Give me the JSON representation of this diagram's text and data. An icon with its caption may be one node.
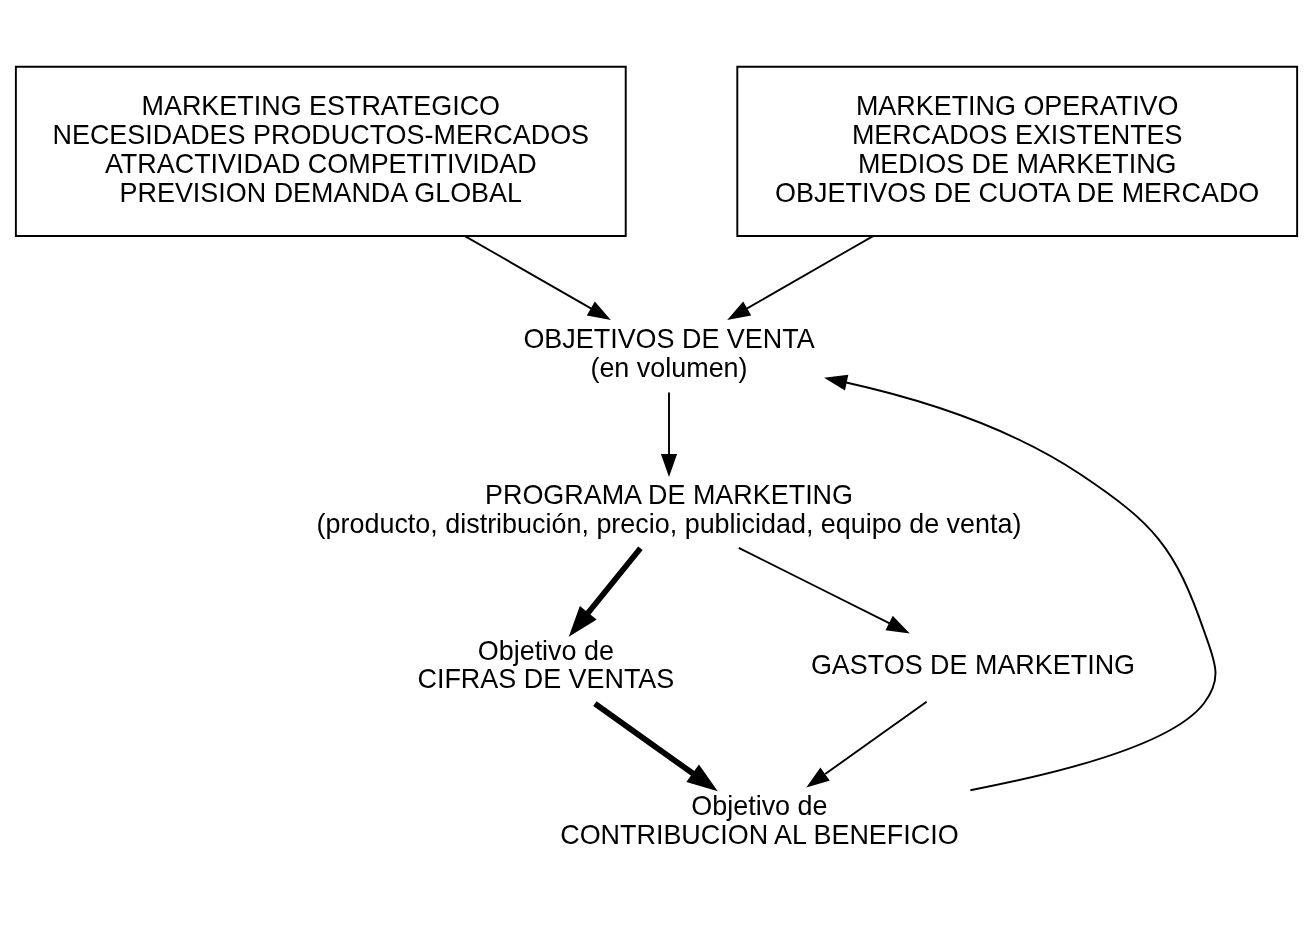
{
  "diagram": {
    "nodes": [
      {
        "text": [
          "MARKETING ESTRATEGICO",
          "NECESIDADES PRODUCTOS-MERCADOS",
          "ATRACTIVIDAD COMPETITIVIDAD",
          "PREVISION DEMANDA GLOBAL"
        ]
      },
      {
        "text": [
          "MARKETING OPERATIVO",
          "MERCADOS EXISTENTES",
          "MEDIOS DE MARKETING",
          "OBJETIVOS DE CUOTA DE MERCADO"
        ]
      },
      {
        "text": [
          "OBJETIVOS DE VENTA",
          "(en volumen)"
        ]
      },
      {
        "text": [
          "PROGRAMA DE MARKETING",
          "(producto, distribución, precio, publicidad, equipo de venta)"
        ]
      },
      {
        "text": [
          "Objetivo de",
          "CIFRAS DE VENTAS"
        ]
      },
      {
        "text": [
          "GASTOS DE MARKETING"
        ]
      },
      {
        "text": [
          "Objetivo de",
          "CONTRIBUCION AL BENEFICIO"
        ]
      }
    ],
    "edges": [
      {
        "from": 0,
        "to": 2,
        "arrow": "to"
      },
      {
        "from": 1,
        "to": 2,
        "arrow": "to"
      },
      {
        "from": 2,
        "to": 3,
        "arrow": "to"
      },
      {
        "from": 3,
        "to": 4,
        "arrow": "to",
        "style": "thick"
      },
      {
        "from": 3,
        "to": 5,
        "arrow": "to"
      },
      {
        "from": 4,
        "to": 6,
        "arrow": "to",
        "style": "thick"
      },
      {
        "from": 5,
        "to": 6,
        "arrow": "to"
      },
      {
        "from": 6,
        "to": 2,
        "arrow": "to"
      }
    ]
  }
}
